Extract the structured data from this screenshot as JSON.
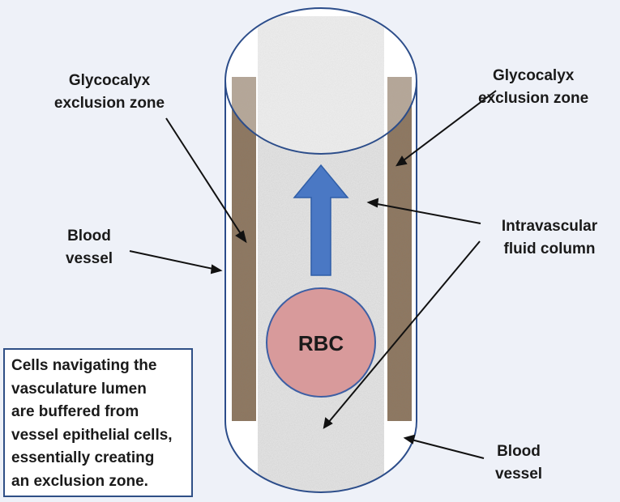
{
  "diagram": {
    "labels": {
      "glyco_left": [
        "Glycocalyx",
        "exclusion zone"
      ],
      "glyco_right": [
        "Glycocalyx",
        "exclusion zone"
      ],
      "vessel_left": [
        "Blood",
        "vessel"
      ],
      "vessel_right": [
        "Blood",
        "vessel"
      ],
      "fluid": [
        "Intravascular",
        "fluid column"
      ],
      "rbc": "RBC"
    },
    "callout": [
      "Cells navigating the",
      "vasculature lumen",
      "are buffered  from",
      "vessel epithelial cells,",
      "essentially creating",
      "an exclusion zone."
    ],
    "colors": {
      "glycocalyx": "#8e7760",
      "lumen": "#e2e2e2",
      "vessel_outline": "#2c4d8a",
      "arrow_fill": "#4a78c4",
      "rbc_fill": "#d89a9b",
      "rbc_stroke": "#3d5fa4"
    }
  }
}
